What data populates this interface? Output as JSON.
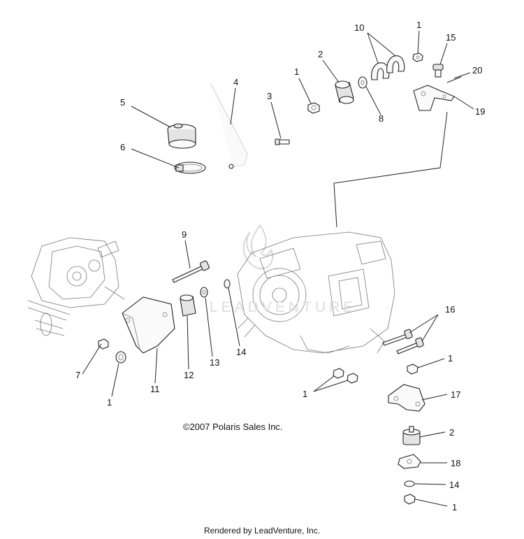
{
  "diagram": {
    "copyright": "©2007 Polaris Sales Inc.",
    "footer": "Rendered by LeadVenture, Inc.",
    "watermark": "LEADVENTURE",
    "callouts": [
      {
        "id": "c1a",
        "label": "1"
      },
      {
        "id": "c1b",
        "label": "1"
      },
      {
        "id": "c2a",
        "label": "2"
      },
      {
        "id": "c3",
        "label": "3"
      },
      {
        "id": "c4",
        "label": "4"
      },
      {
        "id": "c5",
        "label": "5"
      },
      {
        "id": "c6",
        "label": "6"
      },
      {
        "id": "c8",
        "label": "8"
      },
      {
        "id": "c10",
        "label": "10"
      },
      {
        "id": "c15",
        "label": "15"
      },
      {
        "id": "c19",
        "label": "19"
      },
      {
        "id": "c20",
        "label": "20"
      },
      {
        "id": "c9",
        "label": "9"
      },
      {
        "id": "c7",
        "label": "7"
      },
      {
        "id": "c1c",
        "label": "1"
      },
      {
        "id": "c11",
        "label": "11"
      },
      {
        "id": "c12",
        "label": "12"
      },
      {
        "id": "c13",
        "label": "13"
      },
      {
        "id": "c14a",
        "label": "14"
      },
      {
        "id": "c16",
        "label": "16"
      },
      {
        "id": "c1d",
        "label": "1"
      },
      {
        "id": "c1e",
        "label": "1"
      },
      {
        "id": "c17",
        "label": "17"
      },
      {
        "id": "c2b",
        "label": "2"
      },
      {
        "id": "c18",
        "label": "18"
      },
      {
        "id": "c14b",
        "label": "14"
      },
      {
        "id": "c1f",
        "label": "1"
      }
    ]
  }
}
